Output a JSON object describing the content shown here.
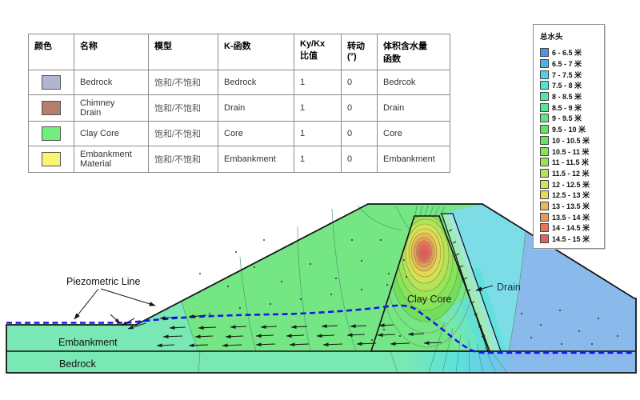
{
  "materials_table": {
    "headers": [
      "颜色",
      "名称",
      "模型",
      "K-函数",
      "Ky/Kx\n比值",
      "转动\n(°)",
      "体积含水量\n函数"
    ],
    "rows": [
      {
        "color": "#b0b6cf",
        "name": "Bedrock",
        "model": "饱和/不饱和",
        "k_function": "Bedrock",
        "ky_kx": "1",
        "rotation": "0",
        "vwc_function": "Bedrcok"
      },
      {
        "color": "#b47f6d",
        "name": "Chimney\nDrain",
        "model": "饱和/不饱和",
        "k_function": "Drain",
        "ky_kx": "1",
        "rotation": "0",
        "vwc_function": "Drain"
      },
      {
        "color": "#70ee7e",
        "name": "Clay Core",
        "model": "饱和/不饱和",
        "k_function": "Core",
        "ky_kx": "1",
        "rotation": "0",
        "vwc_function": "Core"
      },
      {
        "color": "#f7f672",
        "name": "Embankment\nMaterial",
        "model": "饱和/不饱和",
        "k_function": "Embankment",
        "ky_kx": "1",
        "rotation": "0",
        "vwc_function": "Embankment"
      }
    ]
  },
  "legend": {
    "title": "总水头",
    "entries": [
      {
        "label": "6 - 6.5 米",
        "color": "#5292e8"
      },
      {
        "label": "6.5 - 7 米",
        "color": "#4ab4e4"
      },
      {
        "label": "7 - 7.5 米",
        "color": "#4cd2e0"
      },
      {
        "label": "7.5 - 8 米",
        "color": "#50e4d0"
      },
      {
        "label": "8 - 8.5 米",
        "color": "#54e8b0"
      },
      {
        "label": "8.5 - 9 米",
        "color": "#56e896"
      },
      {
        "label": "9 - 9.5 米",
        "color": "#5ae87e"
      },
      {
        "label": "9.5 - 10 米",
        "color": "#60e468"
      },
      {
        "label": "10 - 10.5 米",
        "color": "#70e05c"
      },
      {
        "label": "10.5 - 11 米",
        "color": "#86e458"
      },
      {
        "label": "11 - 11.5 米",
        "color": "#9ae458"
      },
      {
        "label": "11.5 - 12 米",
        "color": "#b6e456"
      },
      {
        "label": "12 - 12.5 米",
        "color": "#d2e454"
      },
      {
        "label": "12.5 - 13 米",
        "color": "#e6d852"
      },
      {
        "label": "13 - 13.5 米",
        "color": "#e8b856"
      },
      {
        "label": "13.5 - 14 米",
        "color": "#e89a58"
      },
      {
        "label": "14 - 14.5 米",
        "color": "#e87458"
      },
      {
        "label": "14.5 - 15 米",
        "color": "#e8605e"
      }
    ]
  },
  "diagram": {
    "labels": {
      "piezometric": "Piezometric Line",
      "embankment": "Embankment",
      "bedrock": "Bedrock",
      "clay_core": "Clay Core",
      "drain": "Drain"
    },
    "colors": {
      "piezometric_line": "#1616ea",
      "upstream_shell": "#74e684",
      "foundation": "#7ae8b4",
      "downstream_shell": "#8ab9ec",
      "drain_cyan": "#7cdde6"
    }
  }
}
